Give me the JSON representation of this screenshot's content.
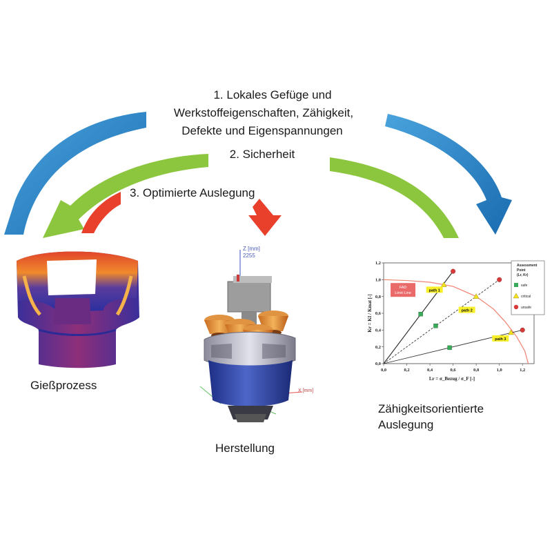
{
  "header": {
    "step1_lines": [
      "1. Lokales Gefüge und",
      "Werkstoffeigenschaften, Zähigkeit,",
      "Defekte und Eigenspannungen"
    ],
    "step2": "2. Sicherheit",
    "step3": "3. Optimierte Auslegung"
  },
  "captions": {
    "casting": "Gießprozess",
    "manufacturing": "Herstellung",
    "design": [
      "Zähigkeitsorientierte",
      "Auslegung"
    ]
  },
  "cad": {
    "z_axis": "Z [mm]",
    "z_value": "2255",
    "x_axis": "X [mm]"
  },
  "colors": {
    "arrow_blue": "#1f78c1",
    "arrow_green": "#8cc63f",
    "arrow_red": "#e8402a",
    "fad_line": "#f08070"
  },
  "chart_data": {
    "type": "scatter",
    "xlabel": "Lr = σ_Bezug / σ_F [-]",
    "ylabel": "Kr = KI / Kmat [-]",
    "xlim": [
      0,
      1.3
    ],
    "ylim": [
      0,
      1.2
    ],
    "x_ticks": [
      "0,0",
      "0,2",
      "0,4",
      "0,6",
      "0,8",
      "1,0",
      "1,2"
    ],
    "y_ticks": [
      "0,0",
      "0,2",
      "0,4",
      "0,6",
      "0,8",
      "1,0",
      "1,2"
    ],
    "fad_label": [
      "FAD",
      "Limit Line"
    ],
    "fad_curve": [
      [
        0,
        1.0
      ],
      [
        0.2,
        0.99
      ],
      [
        0.4,
        0.97
      ],
      [
        0.6,
        0.92
      ],
      [
        0.8,
        0.8
      ],
      [
        0.95,
        0.65
      ],
      [
        1.05,
        0.5
      ],
      [
        1.15,
        0.32
      ],
      [
        1.22,
        0.15
      ],
      [
        1.25,
        0.0
      ]
    ],
    "legend": {
      "title": [
        "Assessment",
        "Point",
        "(Lr, Kr)"
      ],
      "entries": [
        {
          "label": "safe",
          "marker": "square",
          "color": "#3aaa5a"
        },
        {
          "label": "critical",
          "marker": "triangle",
          "color": "#f2e31c"
        },
        {
          "label": "unsafe",
          "marker": "circle",
          "color": "#d83a3a"
        }
      ]
    },
    "series": [
      {
        "name": "path 1",
        "style": "solid",
        "line": [
          [
            0,
            0
          ],
          [
            0.6,
            1.1
          ]
        ],
        "safe": [
          [
            0.32,
            0.59
          ]
        ],
        "critical": [
          [
            0.52,
            0.94
          ]
        ],
        "unsafe": [
          [
            0.6,
            1.1
          ]
        ]
      },
      {
        "name": "path 2",
        "style": "dashed",
        "line": [
          [
            0,
            0
          ],
          [
            1.0,
            1.0
          ]
        ],
        "safe": [
          [
            0.45,
            0.45
          ]
        ],
        "critical": [
          [
            0.8,
            0.8
          ]
        ],
        "unsafe": [
          [
            1.0,
            1.0
          ]
        ]
      },
      {
        "name": "path 3",
        "style": "solid",
        "line": [
          [
            0,
            0
          ],
          [
            1.2,
            0.4
          ]
        ],
        "safe": [
          [
            0.57,
            0.19
          ]
        ],
        "critical": [
          [
            1.1,
            0.37
          ]
        ],
        "unsafe": [
          [
            1.2,
            0.4
          ]
        ]
      }
    ]
  }
}
